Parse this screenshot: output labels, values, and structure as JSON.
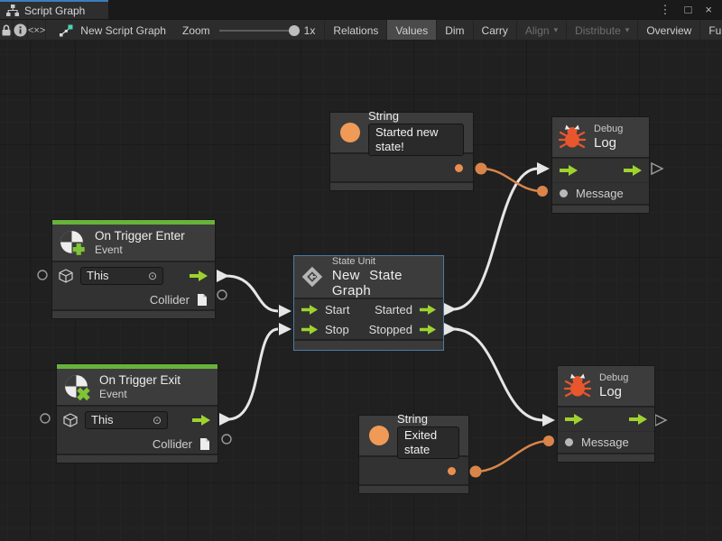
{
  "tab": {
    "title": "Script Graph"
  },
  "window_controls": {
    "menu_glyph": "⋮",
    "maximize_glyph": "□",
    "close_glyph": "×"
  },
  "toolbar": {
    "code_glyph": "<×>",
    "graph_name": "New Script Graph",
    "zoom_label": "Zoom",
    "zoom_value": "1x",
    "dropdown_glyph": "▾",
    "buttons": {
      "relations": "Relations",
      "values": "Values",
      "dim": "Dim",
      "carry": "Carry",
      "align": "Align",
      "distribute": "Distribute",
      "overview": "Overview",
      "fullscreen": "Full Screen"
    }
  },
  "nodes": {
    "string_top": {
      "title": "String",
      "value": "Started new state!"
    },
    "debug_top": {
      "kind": "Debug",
      "title": "Log",
      "message_label": "Message"
    },
    "trigger_enter": {
      "title": "On Trigger Enter",
      "subtitle": "Event",
      "target_value": "This",
      "picker_glyph": "⊙",
      "output_label": "Collider"
    },
    "state_unit": {
      "kind": "State Unit",
      "title": "New State Graph",
      "in1": "Start",
      "in2": "Stop",
      "out1": "Started",
      "out2": "Stopped"
    },
    "trigger_exit": {
      "title": "On Trigger Exit",
      "subtitle": "Event",
      "target_value": "This",
      "picker_glyph": "⊙",
      "output_label": "Collider"
    },
    "string_bottom": {
      "title": "String",
      "value": "Exited state"
    },
    "debug_bottom": {
      "kind": "Debug",
      "title": "Log",
      "message_label": "Message"
    }
  },
  "colors": {
    "tab_accent_blue": "#3c7dbd",
    "flow_green": "#9ed32f",
    "event_bar_green": "#68b23c",
    "value_orange": "#f09a57",
    "wire_orange": "#d9854a",
    "bug_orange": "#e8562e",
    "selection_blue": "#4b7ba6",
    "wire_white": "#e6e6e6",
    "canvas_bg": "#202020",
    "node_header": "#3c3c3c",
    "node_body": "#323232"
  }
}
